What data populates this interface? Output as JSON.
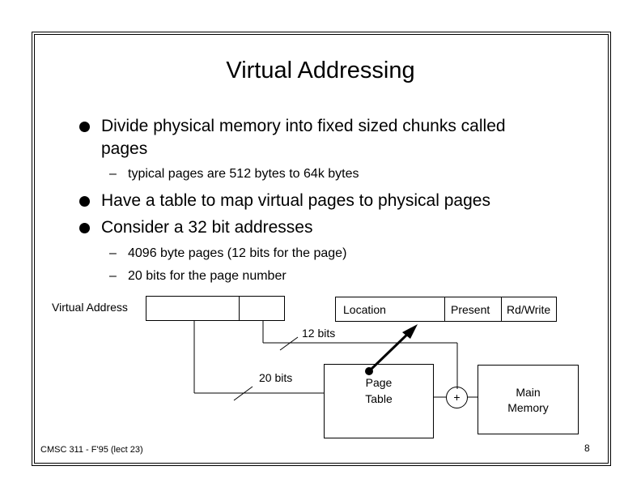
{
  "slide": {
    "title": "Virtual Addressing",
    "bullets": [
      {
        "text": "Divide physical memory into fixed sized chunks called pages",
        "subs": [
          "typical pages are 512 bytes to 64k bytes"
        ]
      },
      {
        "text": "Have a table to map virtual pages to physical pages",
        "subs": []
      },
      {
        "text": "Consider a 32 bit addresses",
        "subs": [
          "4096 byte pages (12 bits for the page)",
          "20 bits for the page number"
        ]
      }
    ],
    "dash": "–"
  },
  "diagram": {
    "virtual_address_label": "Virtual Address",
    "entry_fields": [
      "Location",
      "Present",
      "Rd/Write"
    ],
    "bits_12": "12 bits",
    "bits_20": "20 bits",
    "page_table": [
      "Page",
      "Table"
    ],
    "adder": "+",
    "main_memory": [
      "Main",
      "Memory"
    ]
  },
  "footer": {
    "course": "CMSC 311 - F'95 (lect 23)",
    "page_number": "8"
  }
}
